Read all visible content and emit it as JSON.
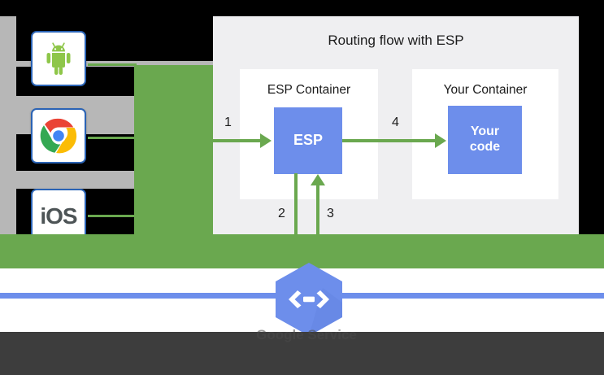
{
  "diagram": {
    "title": "Routing flow with ESP",
    "panel_bg": "#efeff1",
    "accent_green": "#6aa84f",
    "accent_blue": "#6d8eeb",
    "containers": [
      {
        "label": "ESP Container",
        "box_label": "ESP"
      },
      {
        "label": "Your Container",
        "box_label": "Your\ncode"
      }
    ],
    "esp_box_label": "ESP",
    "your_code_label_line1": "Your",
    "your_code_label_line2": "code",
    "steps": [
      {
        "number": "1",
        "description": "client request into ESP"
      },
      {
        "number": "2",
        "description": "ESP down to service"
      },
      {
        "number": "3",
        "description": "service back up to ESP"
      },
      {
        "number": "4",
        "description": "ESP to your code"
      }
    ]
  },
  "clients": [
    {
      "name": "android",
      "icon": "android-icon",
      "label": ""
    },
    {
      "name": "chrome",
      "icon": "chrome-icon",
      "label": ""
    },
    {
      "name": "ios",
      "icon": "ios-icon",
      "label": "iOS"
    }
  ],
  "service": {
    "icon": "cloud-endpoints-hexagon-icon",
    "caption": "Google Service",
    "subcaption": ""
  },
  "obscured": {
    "fragment_1": "",
    "fragment_2": ""
  }
}
